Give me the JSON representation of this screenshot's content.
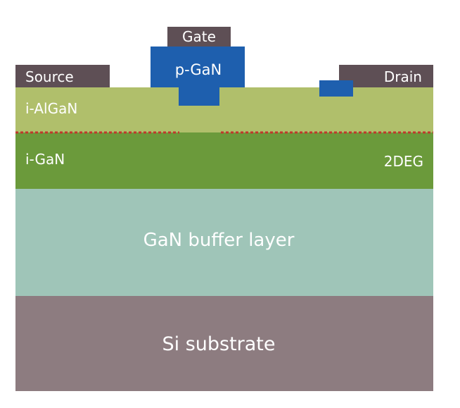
{
  "labels": {
    "gate": "Gate",
    "p_gan": "p-GaN",
    "source": "Source",
    "drain": "Drain",
    "i_algan": "i-AlGaN",
    "i_gan": "i-GaN",
    "twodeg": "2DEG",
    "buffer": "GaN buffer layer",
    "substrate": "Si substrate"
  },
  "colors": {
    "background": "#ffffff",
    "contact": "#5e4f55",
    "p_gan": "#1e5fae",
    "i_algan": "#b0bf6b",
    "i_gan": "#6b9a3b",
    "buffer": "#9fc5b8",
    "substrate": "#8d7c80",
    "twodeg_line": "#c0392b",
    "label": "#ffffff"
  }
}
